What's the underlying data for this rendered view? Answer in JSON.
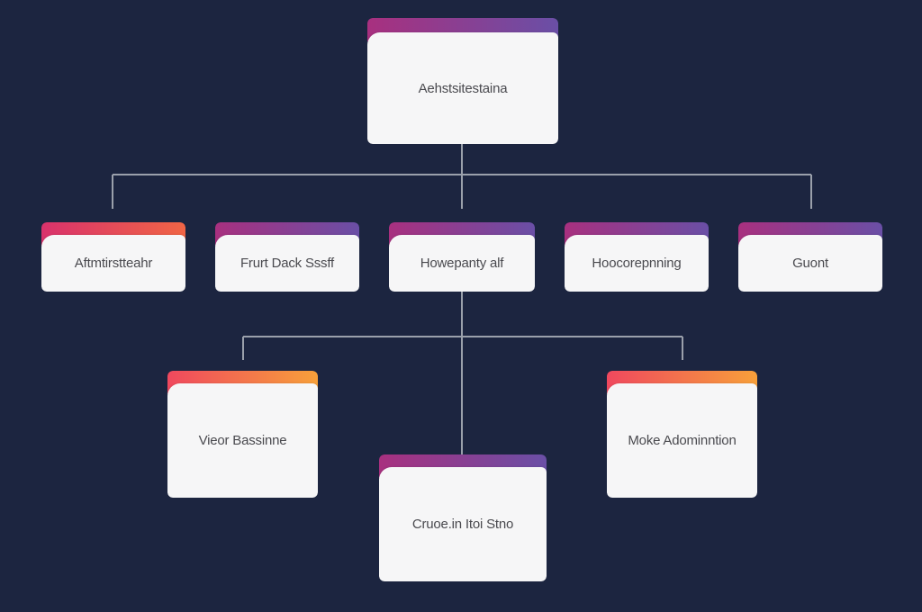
{
  "diagram": {
    "nodes": [
      {
        "id": "root",
        "label": "Aehstsitestaina",
        "band": "purple"
      },
      {
        "id": "l1",
        "label": "Aftmtirstteahr",
        "band": "magenta"
      },
      {
        "id": "l2",
        "label": "Frurt Dack Sssff",
        "band": "purple"
      },
      {
        "id": "l3",
        "label": "Howepanty alf",
        "band": "purple"
      },
      {
        "id": "l4",
        "label": "Hoocorepnning",
        "band": "purple"
      },
      {
        "id": "l5",
        "label": "Guont",
        "band": "purple"
      },
      {
        "id": "c1",
        "label": "Vieor Bassinne",
        "band": "orange"
      },
      {
        "id": "c2",
        "label": "Cruoe.in Itoi Stno",
        "band": "purple"
      },
      {
        "id": "c3",
        "label": "Moke Adominntion",
        "band": "orange"
      }
    ],
    "colors": {
      "background": "#1c2540",
      "connector": "#9aa0ab",
      "card": "#f6f6f7",
      "text": "#4a4a4f"
    }
  }
}
